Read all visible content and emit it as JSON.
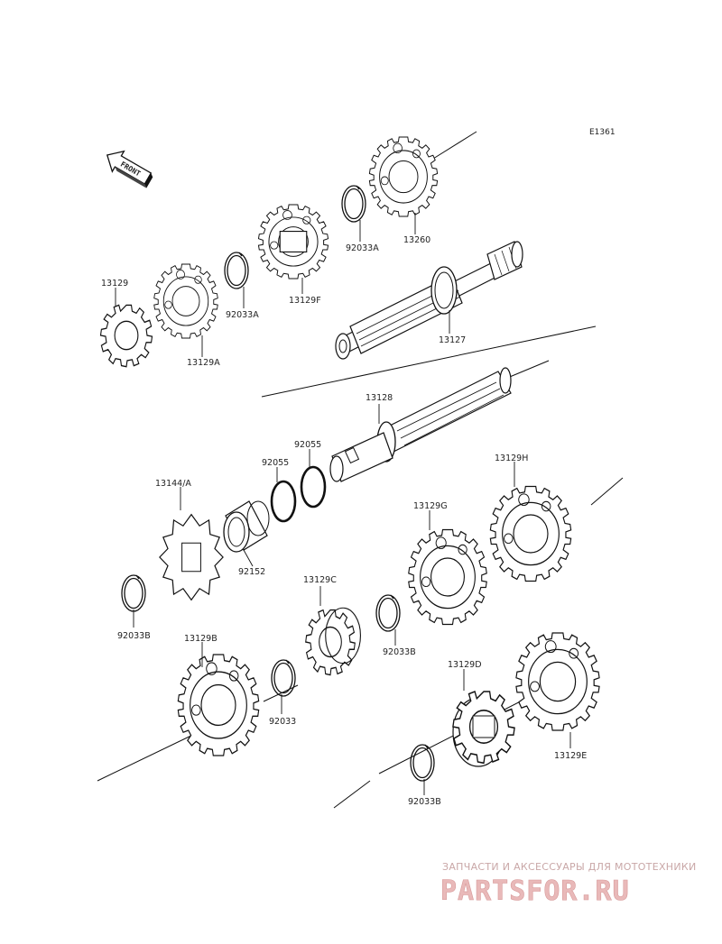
{
  "diagram_code": "E1361",
  "front_label": "FRONT",
  "watermark": {
    "tagline": "ЗАПЧАСТИ И АКСЕССУАРЫ ДЛЯ МОТОТЕХНИКИ",
    "logo": "PARTSFOR.RU"
  },
  "labels": {
    "p13260": "13260",
    "p92033a_top": "92033A",
    "p13129f": "13129F",
    "p13129": "13129",
    "p13129a": "13129A",
    "p92033a_left": "92033A",
    "p13127": "13127",
    "p13128": "13128",
    "p92055_a": "92055",
    "p92055_b": "92055",
    "p13144": "13144/A",
    "p92152": "92152",
    "p13129h": "13129H",
    "p13129g": "13129G",
    "p13129c": "13129C",
    "p92033b_left": "92033B",
    "p92033b_mid": "92033B",
    "p13129b": "13129B",
    "p92033": "92033",
    "p13129d": "13129D",
    "p13129e": "13129E",
    "p92033b_bottom": "92033B"
  }
}
